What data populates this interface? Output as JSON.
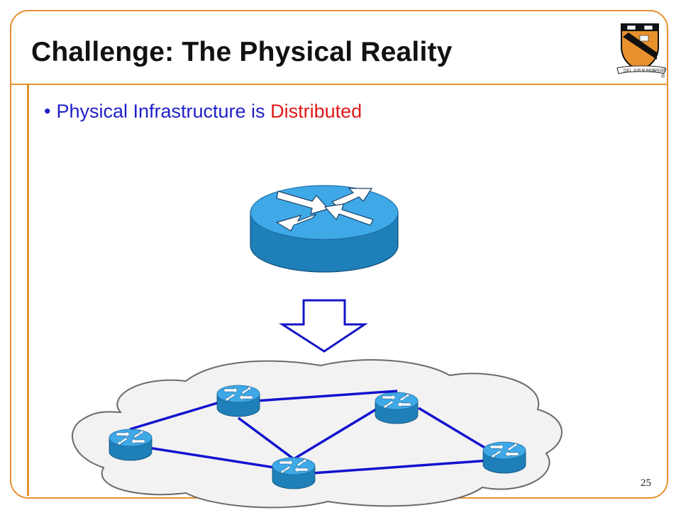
{
  "slide": {
    "title": "Challenge: The Physical Reality",
    "bullet": {
      "marker": "•",
      "text_before": "Physical Infrastructure is",
      "highlight": "Distributed"
    },
    "page_number": "25"
  },
  "logo": {
    "icon": "princeton-shield-icon",
    "motto_left": "DEI",
    "motto_banner": "SUB NUMINE",
    "motto_right": "VIGET",
    "registered": "®"
  },
  "colors": {
    "frame_orange": "#e8912d",
    "bullet_blue": "#1f1fc8",
    "highlight_red": "#e01818",
    "router_top": "#3fa9e8",
    "router_side": "#1f7fb8",
    "link_blue": "#1212d0",
    "cloud_fill": "#f2f2f2",
    "cloud_stroke": "#6a6a6a"
  },
  "diagram": {
    "big_router_icon": "router-icon",
    "arrow_icon": "down-arrow-icon",
    "cloud_icon": "network-cloud-icon",
    "routers": [
      "r1",
      "r2",
      "r3",
      "r4",
      "r5"
    ],
    "links": [
      [
        "r1",
        "r2"
      ],
      [
        "r1",
        "r4"
      ],
      [
        "r2",
        "r3"
      ],
      [
        "r2",
        "r4"
      ],
      [
        "r3",
        "r4"
      ],
      [
        "r3",
        "r5"
      ],
      [
        "r4",
        "r5"
      ]
    ]
  }
}
